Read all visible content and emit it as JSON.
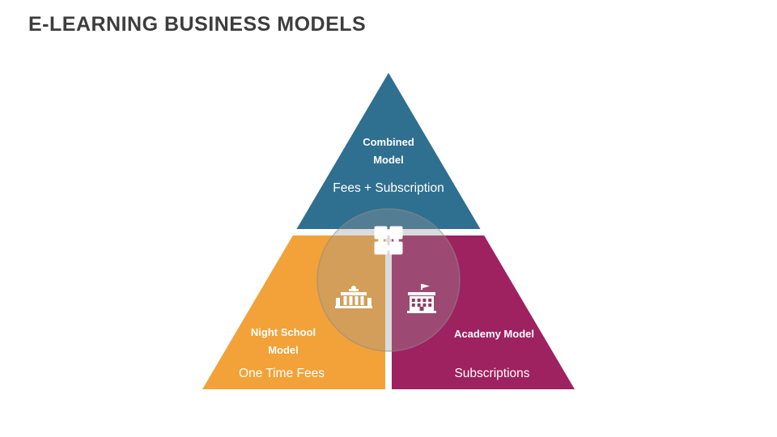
{
  "title": "E-LEARNING BUSINESS MODELS",
  "colors": {
    "combined": "#2F6F8F",
    "night_school": "#F2A238",
    "academy": "#9E2160",
    "title_text": "#3D3D3D",
    "icon_fill": "#FFFFFF"
  },
  "sections": {
    "combined": {
      "name": "Combined Model",
      "detail": "Fees + Subscription",
      "icon": "puzzle-icon"
    },
    "night_school": {
      "name": "Night School Model",
      "detail": "One Time Fees",
      "icon": "school-building-icon"
    },
    "academy": {
      "name": "Academy Model",
      "detail": "Subscriptions",
      "icon": "academy-building-icon"
    }
  }
}
